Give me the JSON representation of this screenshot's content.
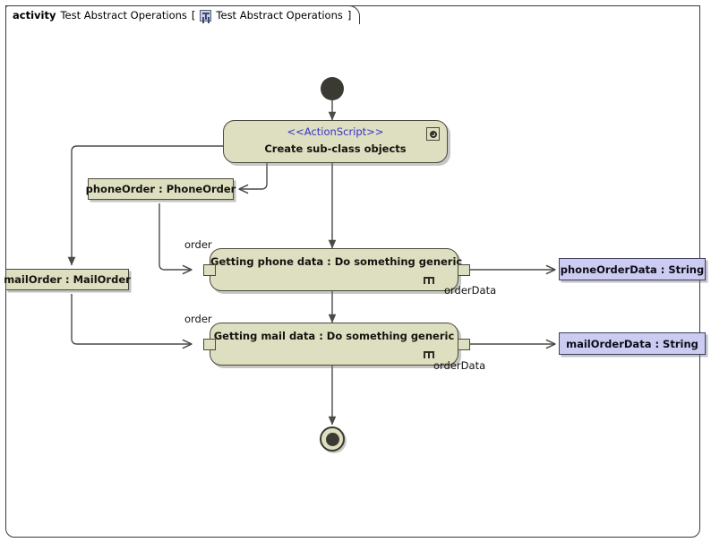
{
  "frame": {
    "keyword": "activity",
    "name": "Test Abstract Operations",
    "bracket_open": "[",
    "icon": "activity-diagram-icon",
    "qualified_name": "Test Abstract Operations",
    "bracket_close": "]"
  },
  "nodes": {
    "initial": {
      "name": "initial-node"
    },
    "create_action": {
      "stereotype": "<<ActionScript>>",
      "title": "Create sub-class objects",
      "glyph": "action-script-icon"
    },
    "phone_order_object": {
      "label": "phoneOrder : PhoneOrder"
    },
    "mail_order_object": {
      "label": "mailOrder : MailOrder"
    },
    "phone_activity": {
      "title": "Getting phone data : Do something generic",
      "glyph": "rake-icon",
      "in_pin": "order",
      "out_pin": "orderData"
    },
    "mail_activity": {
      "title": "Getting mail data : Do something generic",
      "glyph": "rake-icon",
      "in_pin": "order",
      "out_pin": "orderData"
    },
    "phone_order_data": {
      "label": "phoneOrderData : String"
    },
    "mail_order_data": {
      "label": "mailOrderData : String"
    },
    "final": {
      "name": "activity-final-node"
    }
  },
  "edge_labels": {
    "phone_order_in": "order",
    "phone_data_out": "orderData",
    "mail_order_in": "order",
    "mail_data_out": "orderData"
  },
  "colors": {
    "node_fill": "#dedec0",
    "node_stroke": "#4a4a3e",
    "data_fill": "#ccccf2",
    "data_stroke": "#40405c",
    "stereotype_text": "#3333cc",
    "line": "#4a4a46",
    "control_node": "#3a3a33"
  }
}
